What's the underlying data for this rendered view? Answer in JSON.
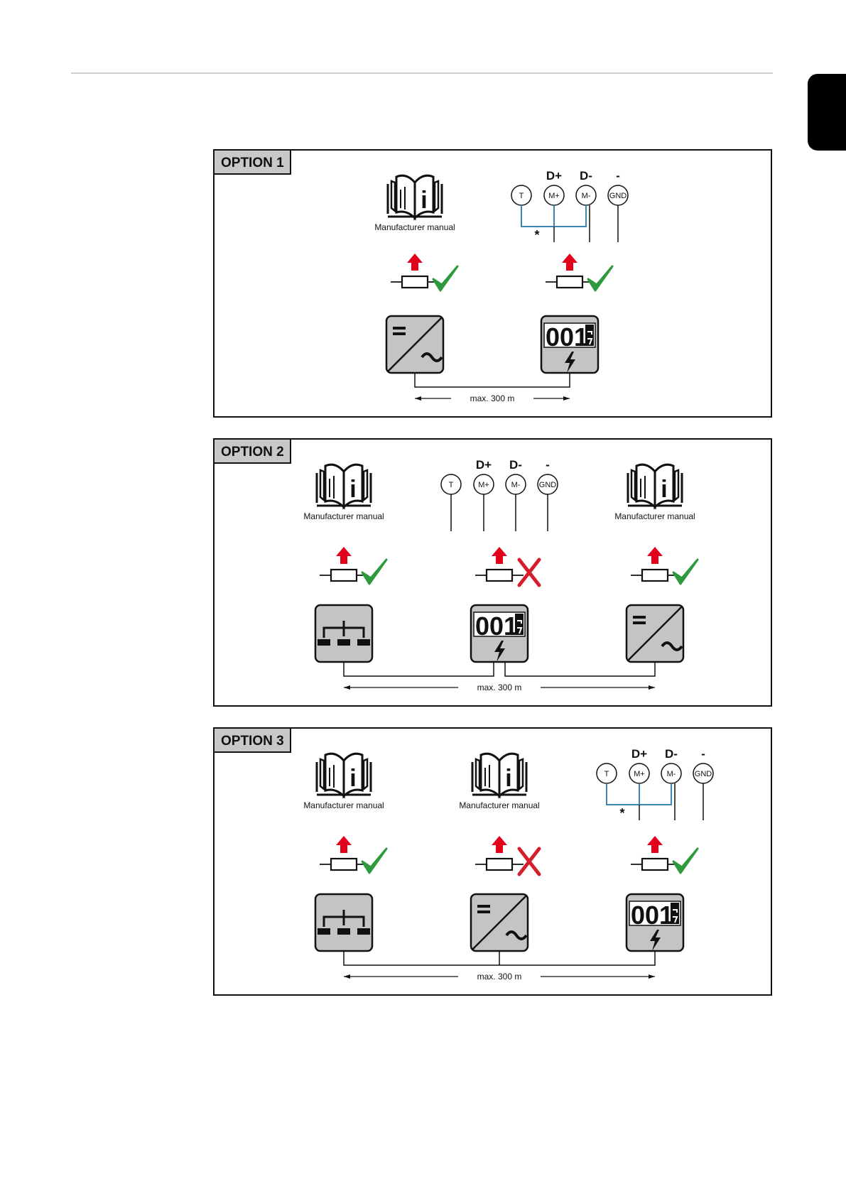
{
  "colors": {
    "arrow": "#e3001b",
    "check": "#2e9a3c",
    "cross": "#d51e2c",
    "jumper": "#3b86b4",
    "device_fill": "#c4c4c4",
    "option_tag_fill": "#c8c8c8"
  },
  "options": [
    {
      "title": "OPTION 1",
      "distance": "max. 300 m",
      "jumper_marker": "*",
      "manual_label": "Manufacturer manual",
      "terminals": {
        "bus_labels": [
          "D+",
          "D-",
          "-"
        ],
        "pins": [
          "T",
          "M+",
          "M-",
          "GND"
        ]
      },
      "devices": [
        {
          "type": "inverter",
          "icon": "inverter-icon",
          "termination": "check-icon"
        },
        {
          "type": "meter",
          "icon": "energy-meter-icon",
          "counter": "001",
          "termination": "check-icon"
        }
      ]
    },
    {
      "title": "OPTION 2",
      "distance": "max. 300 m",
      "manual_labels": [
        "Manufacturer manual",
        "Manufacturer manual"
      ],
      "terminals": {
        "bus_labels": [
          "D+",
          "D-",
          "-"
        ],
        "pins": [
          "T",
          "M+",
          "M-",
          "GND"
        ]
      },
      "devices": [
        {
          "type": "hub",
          "icon": "network-hub-icon",
          "termination": "check-icon"
        },
        {
          "type": "meter",
          "icon": "energy-meter-icon",
          "counter": "001",
          "termination": "cross-icon"
        },
        {
          "type": "inverter",
          "icon": "inverter-icon",
          "termination": "check-icon"
        }
      ]
    },
    {
      "title": "OPTION 3",
      "distance": "max. 300 m",
      "jumper_marker": "*",
      "manual_labels": [
        "Manufacturer manual",
        "Manufacturer manual"
      ],
      "terminals": {
        "bus_labels": [
          "D+",
          "D-",
          "-"
        ],
        "pins": [
          "T",
          "M+",
          "M-",
          "GND"
        ]
      },
      "devices": [
        {
          "type": "hub",
          "icon": "network-hub-icon",
          "termination": "check-icon"
        },
        {
          "type": "inverter",
          "icon": "inverter-icon",
          "termination": "cross-icon"
        },
        {
          "type": "meter",
          "icon": "energy-meter-icon",
          "counter": "001",
          "termination": "check-icon"
        }
      ]
    }
  ]
}
